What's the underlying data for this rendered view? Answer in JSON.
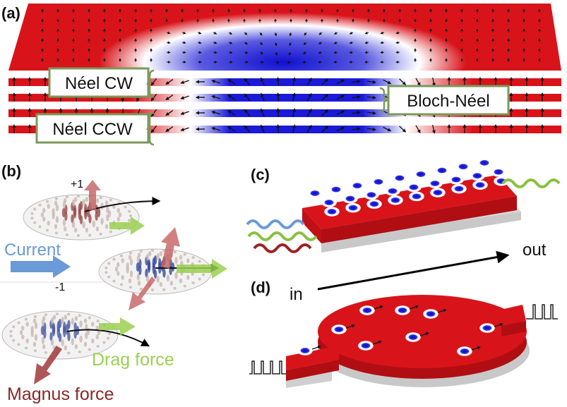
{
  "panels": {
    "a": "(a)",
    "b": "(b)",
    "c": "(c)",
    "d": "(d)"
  },
  "panel_a": {
    "neel_cw": "Néel CW",
    "neel_ccw": "Néel CCW",
    "bloch_neel": "Bloch-Néel"
  },
  "panel_b": {
    "charge_plus": "+1",
    "charge_minus": "-1",
    "current": "Current",
    "drag_force": "Drag force",
    "magnus_force": "Magnus force"
  },
  "panel_c": {
    "in": "in",
    "out": "out"
  },
  "colors": {
    "red": "#d8141a",
    "blue": "#1a1ad8",
    "label_border": "#7a9a5a",
    "current": "#6a9ad8",
    "drag": "#9ad050",
    "magnus": "#8a2828"
  }
}
